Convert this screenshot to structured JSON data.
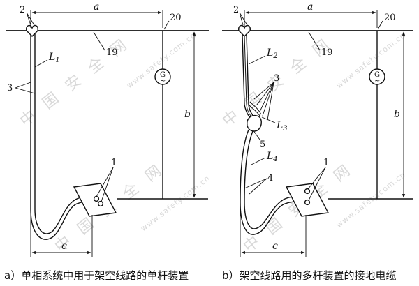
{
  "watermark": {
    "big": "中 国 安 全 网",
    "small": "www.safety.com.cn"
  },
  "panel_a": {
    "caption": "a）单相系统中用于架空线路的单杆装置",
    "labels": {
      "num_2": "2",
      "num_20": "20",
      "num_19": "19",
      "num_3": "3",
      "num_1": "1",
      "L1_letter": "L",
      "L1_sub": "1",
      "dim_a": "a",
      "dim_b": "b",
      "dim_c": "c",
      "gen_G": "G",
      "gen_tilde": "~"
    }
  },
  "panel_b": {
    "caption": "b）架空线路用的多杆装置的接地电缆",
    "labels": {
      "num_2": "2",
      "num_20": "20",
      "num_19": "19",
      "num_3": "3",
      "num_5": "5",
      "num_4": "4",
      "num_1": "1",
      "L2_letter": "L",
      "L2_sub": "2",
      "L3_letter": "L",
      "L3_sub": "3",
      "L4_letter": "L",
      "L4_sub": "4",
      "dim_a": "a",
      "dim_b": "b",
      "dim_c": "c",
      "gen_G": "G",
      "gen_tilde": "~"
    }
  }
}
